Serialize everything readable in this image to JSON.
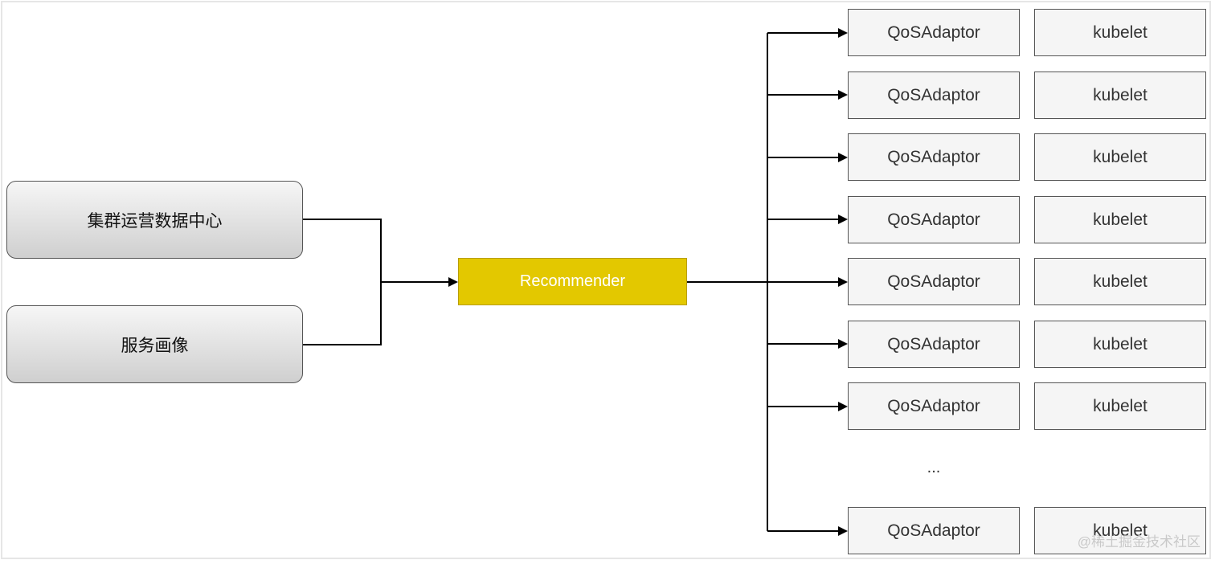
{
  "diagram": {
    "sources": [
      {
        "label": "集群运营数据中心"
      },
      {
        "label": "服务画像"
      }
    ],
    "center": {
      "label": "Recommender",
      "fill": "#e3c800"
    },
    "rows": [
      {
        "adaptor": "QoSAdaptor",
        "agent": "kubelet"
      },
      {
        "adaptor": "QoSAdaptor",
        "agent": "kubelet"
      },
      {
        "adaptor": "QoSAdaptor",
        "agent": "kubelet"
      },
      {
        "adaptor": "QoSAdaptor",
        "agent": "kubelet"
      },
      {
        "adaptor": "QoSAdaptor",
        "agent": "kubelet"
      },
      {
        "adaptor": "QoSAdaptor",
        "agent": "kubelet"
      },
      {
        "adaptor": "QoSAdaptor",
        "agent": "kubelet"
      },
      {
        "adaptor": "QoSAdaptor",
        "agent": "kubelet"
      }
    ],
    "ellipsis": "...",
    "watermark": "@稀土掘金技术社区"
  }
}
